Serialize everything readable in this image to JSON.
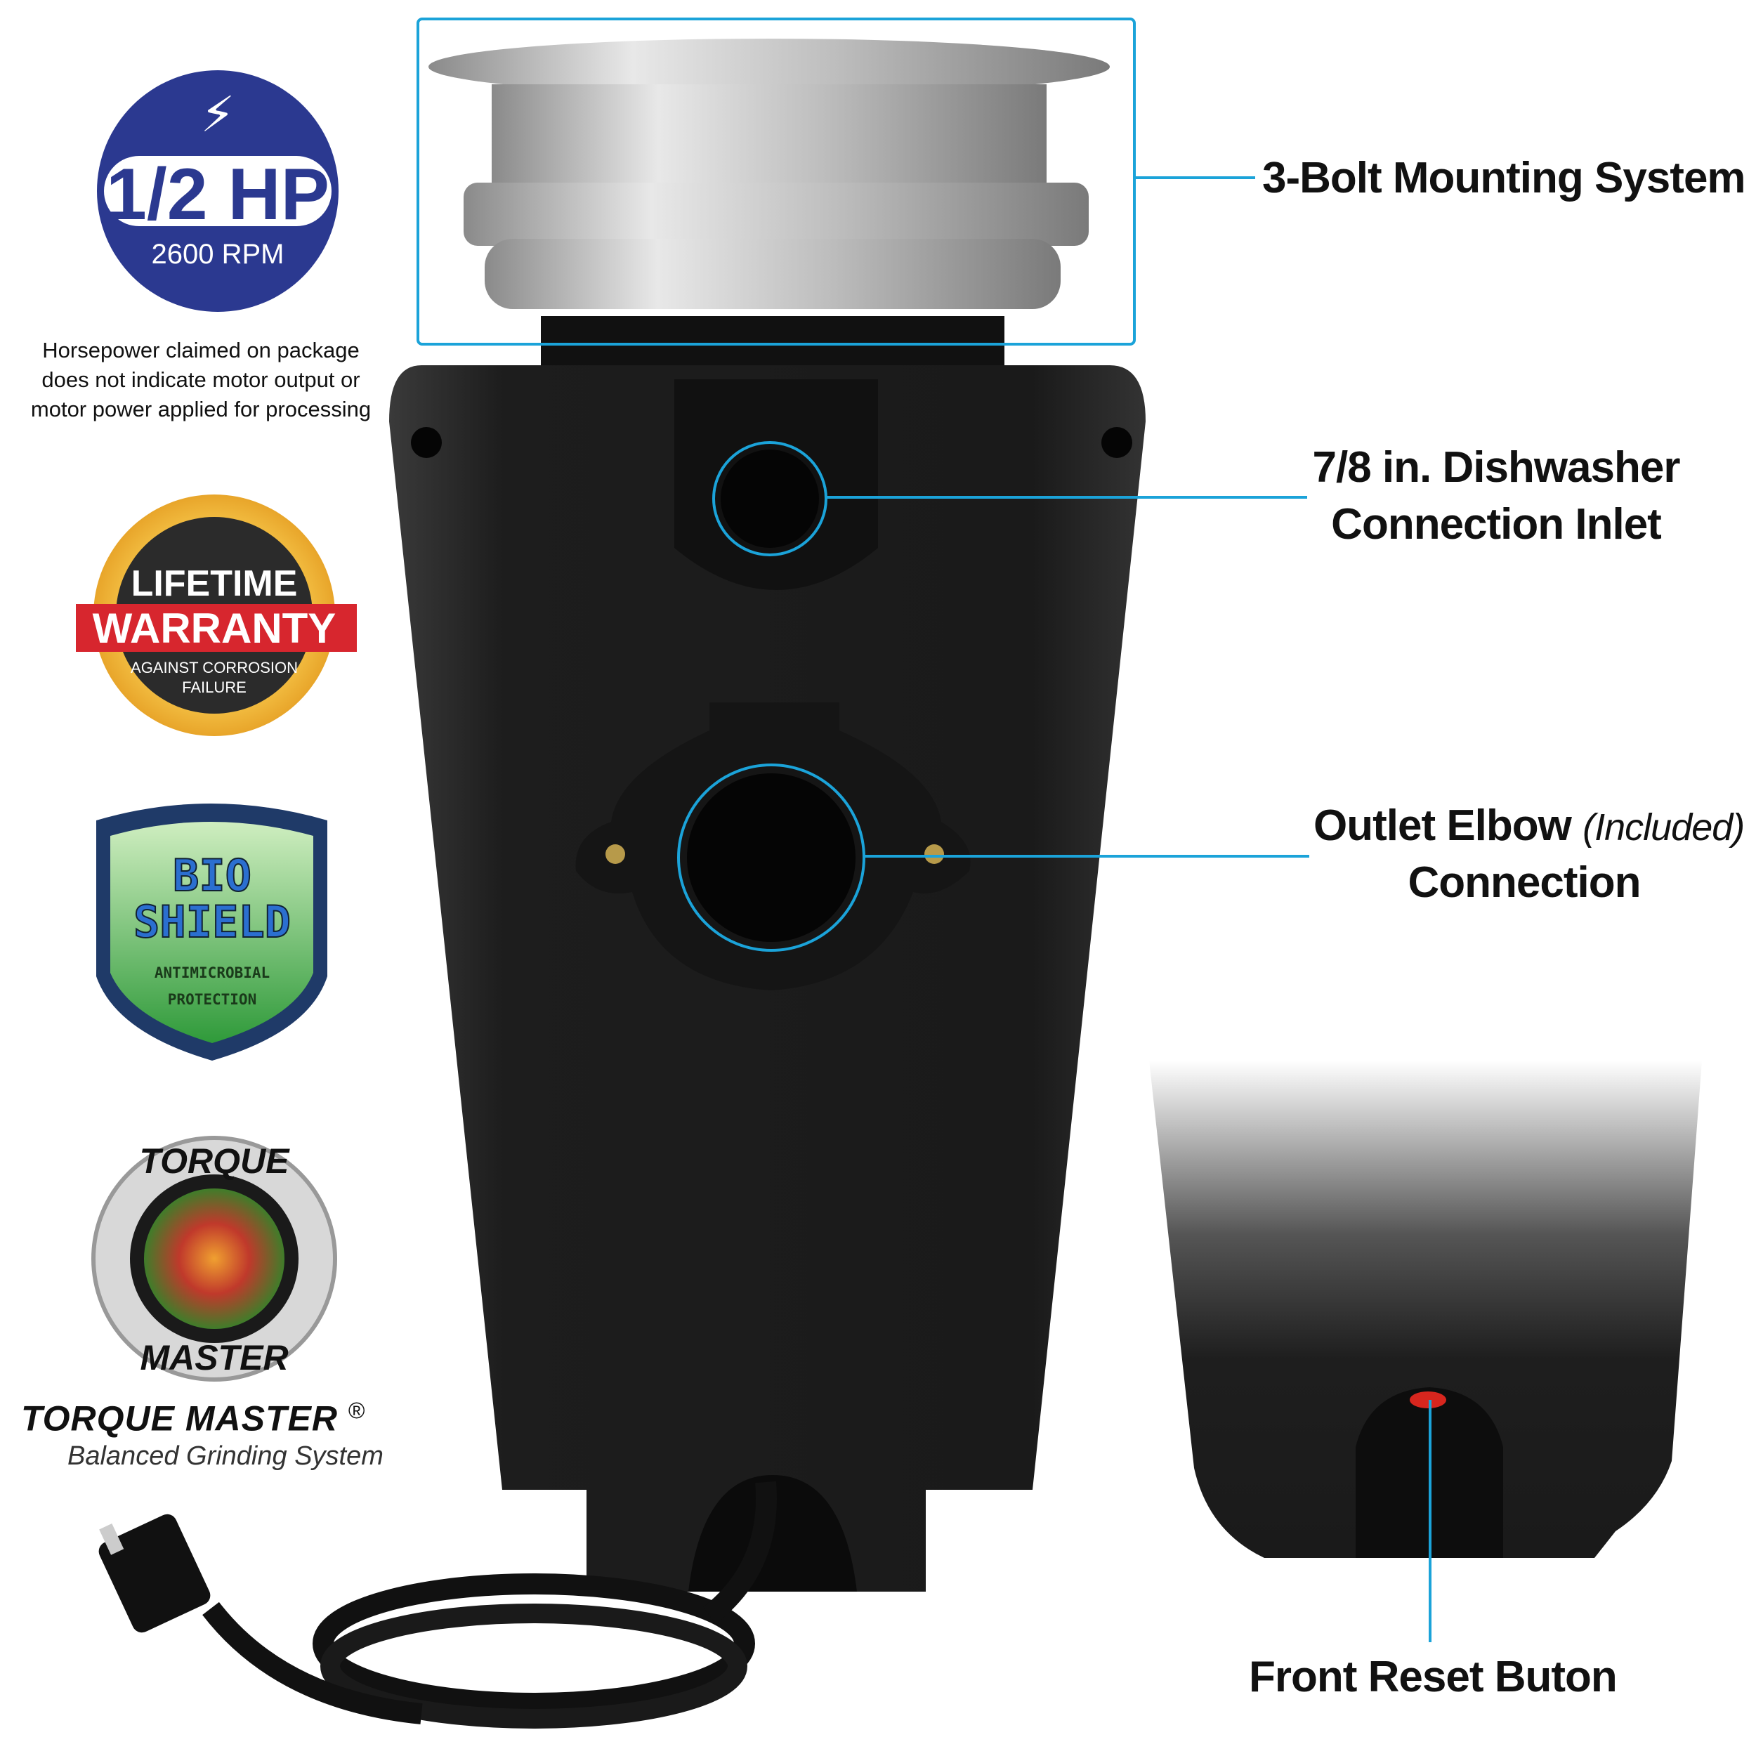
{
  "badges": {
    "horsepower": {
      "value": "1/2 HP",
      "rpm": "2600 RPM",
      "icon": "lightning-icon"
    },
    "disclaimer": [
      "Horsepower claimed on package",
      "does not indicate motor output or",
      "motor power applied for processing"
    ],
    "warranty": {
      "top": "LIFETIME",
      "banner": "WARRANTY",
      "line1": "AGAINST CORROSION",
      "line2": "FAILURE"
    },
    "bioshield": {
      "line1": "BIO",
      "line2": "SHIELD",
      "line3": "ANTIMICROBIAL",
      "line4": "PROTECTION"
    },
    "torque": {
      "ring_top": "TORQUE",
      "ring_bottom": "MASTER",
      "name": "TORQUE MASTER",
      "reg": "®",
      "subtitle": "Balanced Grinding System"
    }
  },
  "callouts": {
    "mounting": "3-Bolt Mounting System",
    "inlet_line1": "7/8 in. Dishwasher",
    "inlet_line2": "Connection Inlet",
    "outlet_line1": "Outlet Elbow",
    "outlet_included": "(Included)",
    "outlet_line2": "Connection",
    "reset": "Front Reset Buton"
  },
  "colors": {
    "accent": "#1ba3d9",
    "badge_blue": "#2b3990",
    "body": "#1b1b1b"
  }
}
